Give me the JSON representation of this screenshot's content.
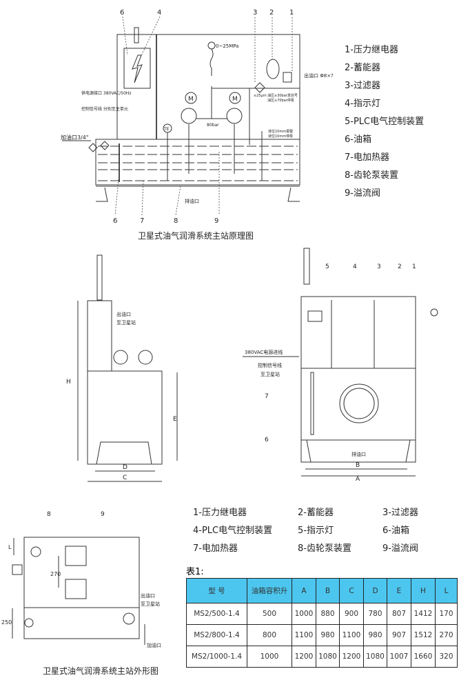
{
  "schematic": {
    "caption": "卫星式油气润滑系统主站原理图",
    "callouts": [
      "6",
      "4",
      "3",
      "2",
      "1",
      "6",
      "7",
      "8",
      "9"
    ],
    "labels": {
      "fill_port": "加油口3/4\"",
      "pressure_gauge": "0~25MPa",
      "outlet": "出油口 Φ8×?",
      "power": "供电源接口 380VAC/50Hz",
      "signal": "控制信号线 分别至主单元",
      "drain": "排油口",
      "relief": "80bar",
      "filter": "≤25μm",
      "pressure_note_1": "油压≥30bar发信号",
      "pressure_note_2": "油压≥70bar停泵",
      "air_note_1": "液位10mm报警",
      "air_note_2": "液位10mm停泵",
      "temp": "TE"
    }
  },
  "legend_top": [
    "1-压力继电器",
    "2-蓄能器",
    "3-过滤器",
    "4-指示灯",
    "5-PLC电气控制装置",
    "6-油箱",
    "7-电加热器",
    "8-齿轮泵装置",
    "9-溢流阀"
  ],
  "outline": {
    "side_view": {
      "outlet": "出油口",
      "outlet2": "至卫星站",
      "dims": [
        "H",
        "E",
        "D",
        "C"
      ]
    },
    "front_view": {
      "callouts": [
        "5",
        "4",
        "3",
        "2",
        "1",
        "7",
        "6"
      ],
      "power": "380VAC电源进线",
      "signal": "控制信号线",
      "signal2": "至卫星站",
      "drain": "排油口",
      "dims": [
        "B",
        "A"
      ]
    },
    "top_view": {
      "callouts": [
        "8",
        "9"
      ],
      "dims": [
        "L",
        "270",
        "250"
      ],
      "outlet": "出油口",
      "outlet2": "至卫星站",
      "fill": "加油口"
    },
    "caption": "卫星式油气润滑系统主站外形图"
  },
  "legend_bottom": [
    [
      "1-压力继电器",
      "2-蓄能器",
      "3-过滤器"
    ],
    [
      "4-PLC电气控制装置",
      "5-指示灯",
      "6-油箱"
    ],
    [
      "7-电加热器",
      "8-齿轮泵装置",
      "9-溢流阀"
    ]
  ],
  "table": {
    "title": "表1:",
    "header_color": "#4cc6ef",
    "columns": [
      "型 号",
      "油箱容积升",
      "A",
      "B",
      "C",
      "D",
      "E",
      "H",
      "L"
    ],
    "rows": [
      [
        "MS2/500-1.4",
        "500",
        "1000",
        "880",
        "900",
        "780",
        "807",
        "1412",
        "170"
      ],
      [
        "MS2/800-1.4",
        "800",
        "1100",
        "980",
        "1100",
        "980",
        "907",
        "1512",
        "270"
      ],
      [
        "MS2/1000-1.4",
        "1000",
        "1200",
        "1080",
        "1200",
        "1080",
        "1007",
        "1660",
        "320"
      ]
    ]
  }
}
